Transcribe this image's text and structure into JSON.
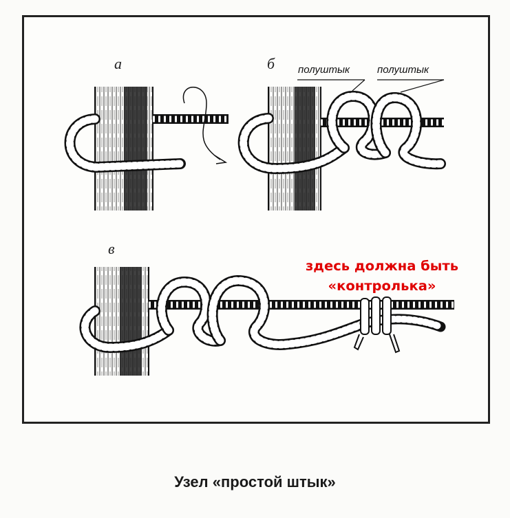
{
  "panels": {
    "a": "а",
    "b": "б",
    "v": "в"
  },
  "callouts": {
    "left": "полуштык",
    "right": "полуштык"
  },
  "note": {
    "line1": "здесь должна быть",
    "line2": "«контролька»",
    "color": "#e00000"
  },
  "caption": "Узел «простой штык»",
  "icons": [
    "pole",
    "rope",
    "arrow",
    "half-hitch-loop",
    "control-knot"
  ]
}
